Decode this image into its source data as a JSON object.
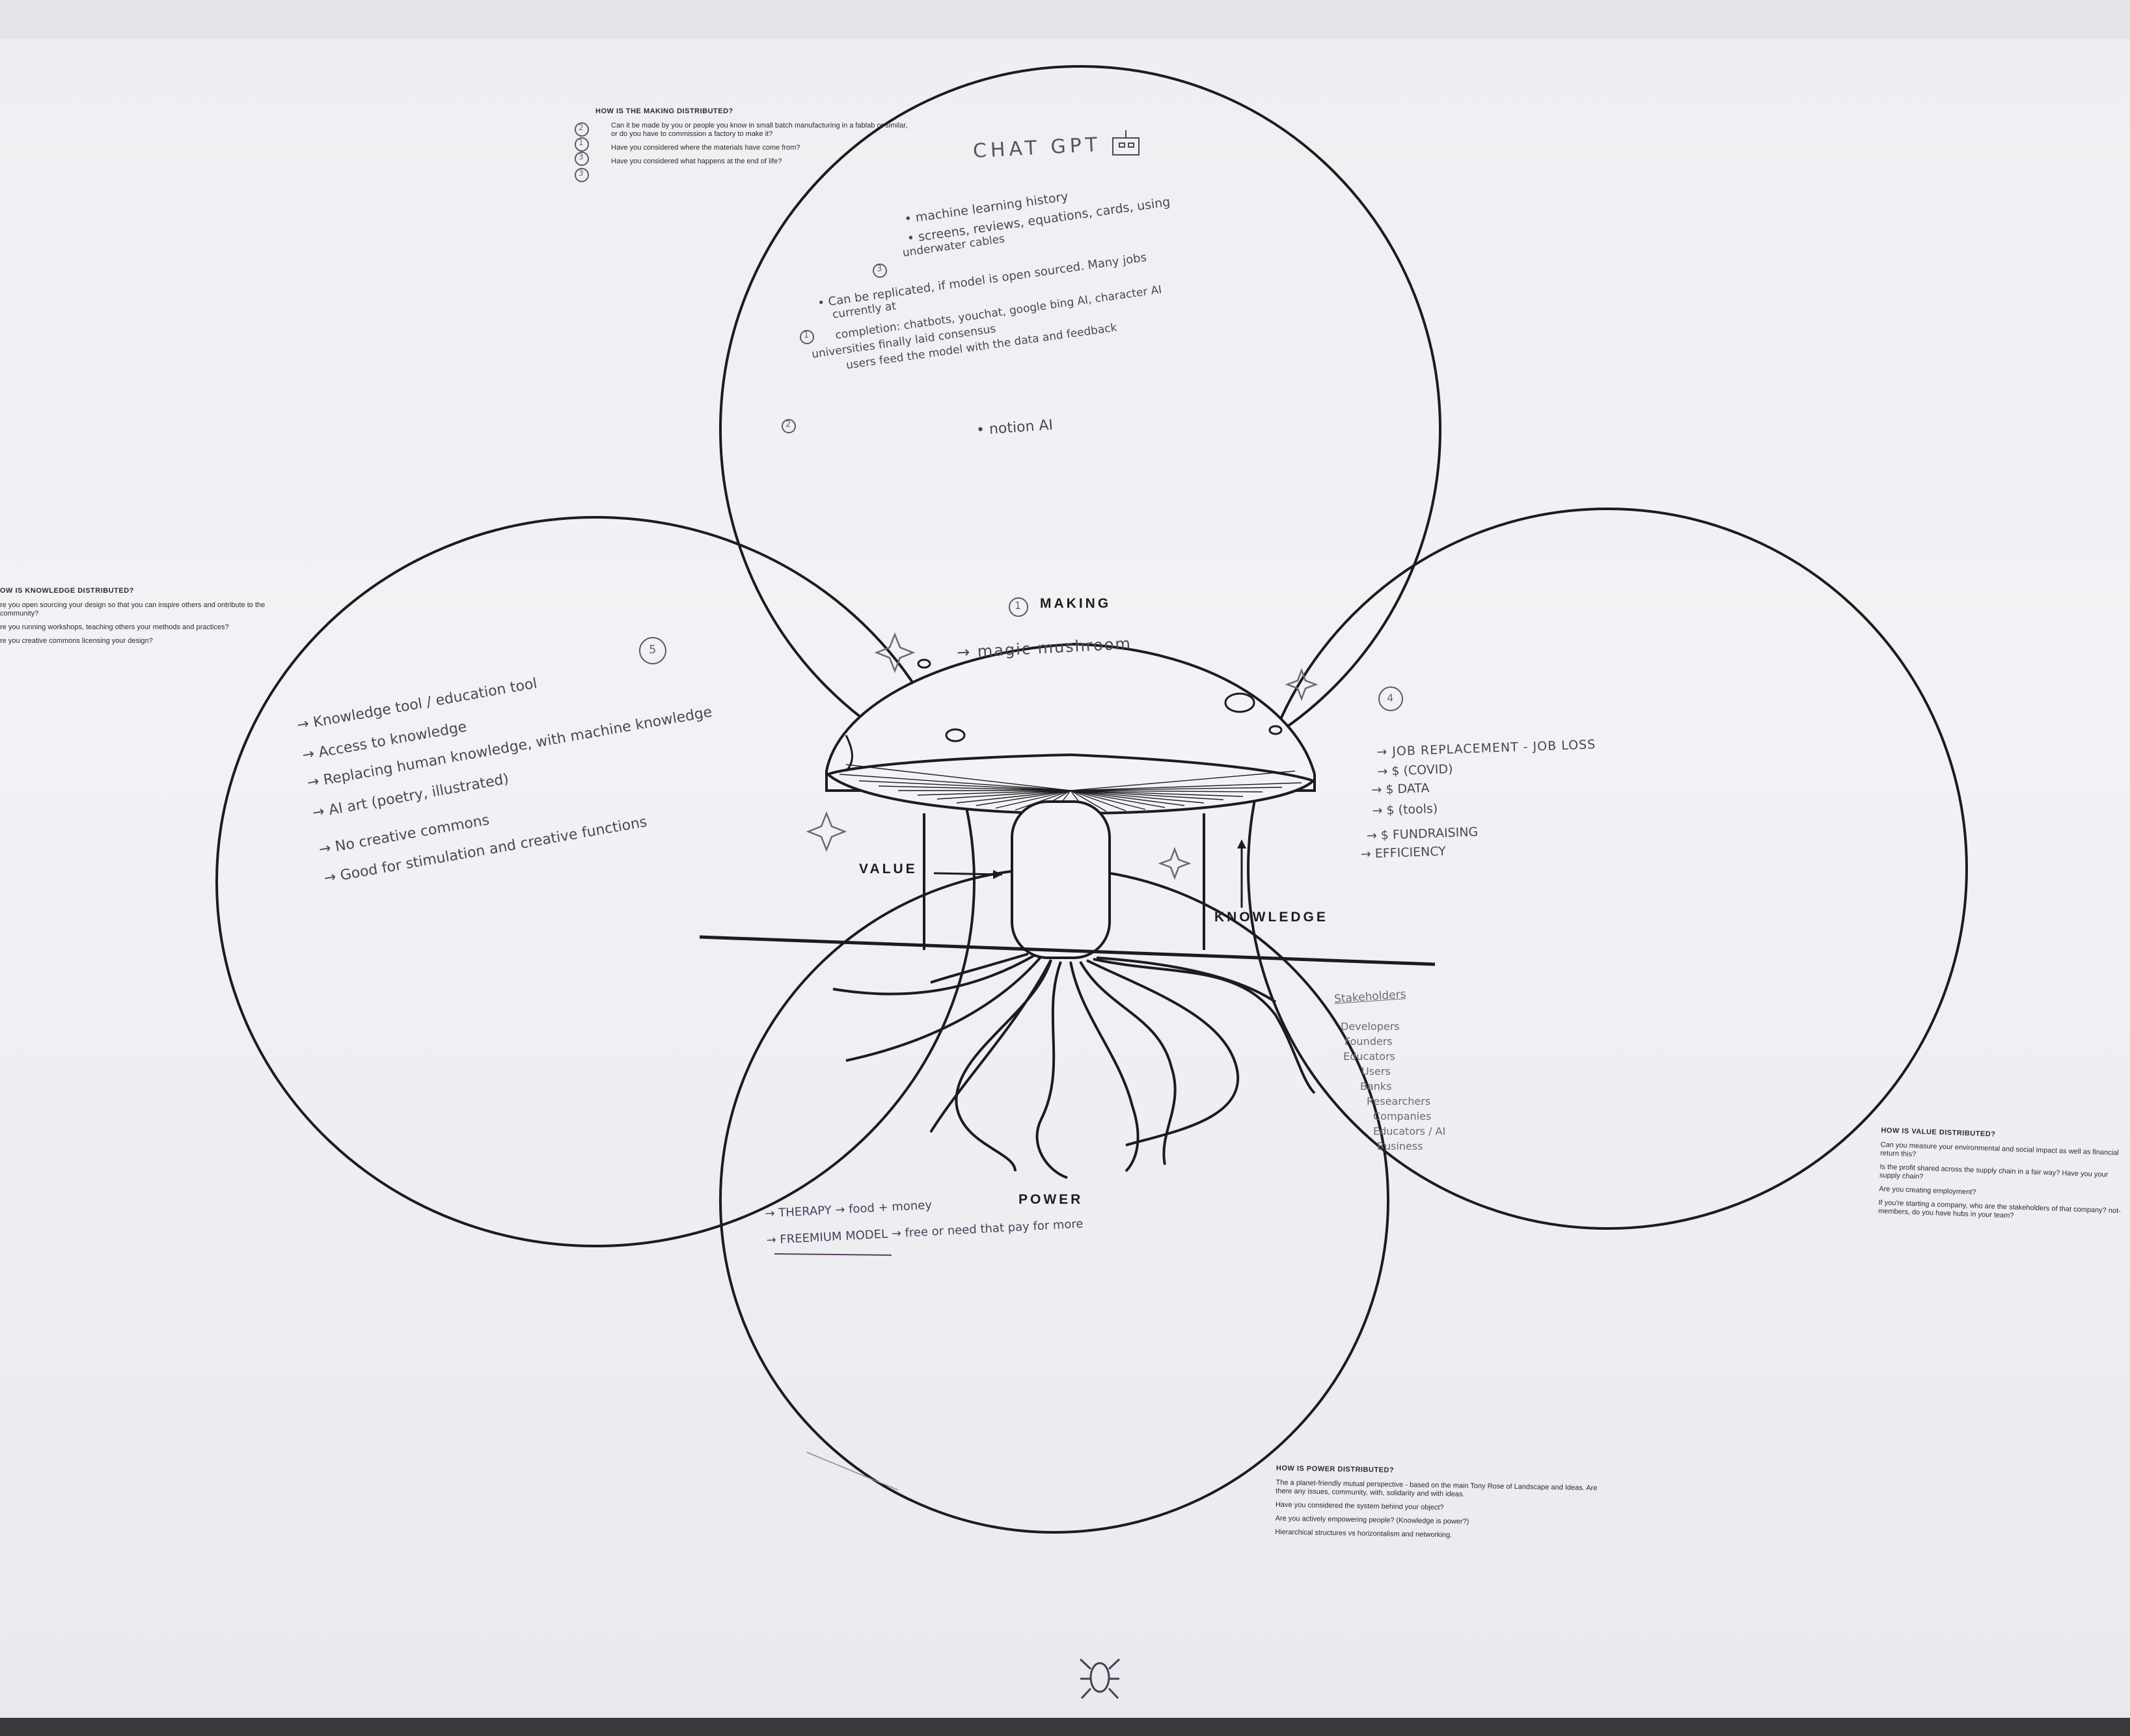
{
  "section_labels": {
    "making": "MAKING",
    "value": "VALUE",
    "knowledge": "KNOWLEDGE",
    "power": "POWER"
  },
  "questions": {
    "making": {
      "heading": "HOW IS THE MAKING DISTRIBUTED?",
      "q1": "Can it be made by you or people you know in small batch manufacturing in a fablab or similar, or do you have to commission a factory to make it?",
      "q2": "Have you considered where the materials have come from?",
      "q3": "Have you considered what happens at the end of life?"
    },
    "knowledge": {
      "heading": "OW IS KNOWLEDGE DISTRIBUTED?",
      "q1": "re you open sourcing your design so that you can inspire others and ontribute to the community?",
      "q2": "re you running workshops, teaching others your methods and practices?",
      "q3": "re you creative commons licensing your design?"
    },
    "value": {
      "heading": "HOW IS VALUE DISTRIBUTED?",
      "q1": "Can you measure your environmental and social impact as well as financial return this?",
      "q2": "Is the profit shared across the supply chain in a fair way? Have you your supply chain?",
      "q3": "Are you creating employment?",
      "q4": "If you're starting a company, who are the stakeholders of that company? not-members, do you have hubs in your team?"
    },
    "power": {
      "heading": "HOW IS POWER DISTRIBUTED?",
      "q1": "The a planet-friendly mutual perspective - based on the main Tony Rose of Landscape and Ideas. Are there any issues, community, with, solidarity and with ideas.",
      "q2": "Have you considered the system behind your object?",
      "q3": "Are you actively empowering people? (Knowledge is power?)",
      "q4": "Hierarchical structures vs horizontalism and networking."
    }
  },
  "handwriting": {
    "chat_gpt": "CHAT GPT",
    "making_notes": [
      "• machine learning history",
      "• screens, reviews, equations, cards, using",
      "  underwater cables",
      "• Can be replicated, if model is open sourced. Many jobs",
      "  currently at",
      "  completion: chatbots, youchat, google bing AI, character AI",
      "  universities finally laid consensus",
      "  users feed the model with the data and feedback",
      "• notion AI"
    ],
    "magic_mushroom": "→ magic mushroom",
    "knowledge_notes": [
      "→ Knowledge tool / education tool",
      "→ Access to knowledge",
      "→ Replacing human knowledge, with machine knowledge",
      "→ AI art (poetry, illustrated)",
      "→ No creative commons",
      "→ Good for stimulation and creative functions"
    ],
    "value_notes": [
      "→ JOB REPLACEMENT - JOB LOSS",
      "→ $ (COVID)",
      "→ $ DATA",
      "→ $ (tools)",
      "→ $ FUNDRAISING",
      "→ EFFICIENCY"
    ],
    "stakeholders_title": "Stakeholders",
    "stakeholders": [
      "Developers",
      "Founders",
      "Educators",
      "Users",
      "Banks",
      "Researchers",
      "Companies",
      "Educators / AI",
      "Business"
    ],
    "power_notes": [
      "→ THERAPY → food + money",
      "→ FREEMIUM MODEL → free or need that pay for more"
    ],
    "numerals": [
      "1",
      "2",
      "3",
      "4",
      "5"
    ]
  },
  "colors": {
    "ink": "#1c1c1e",
    "pencil": "#4a4656",
    "paper": "#eff0f3"
  }
}
